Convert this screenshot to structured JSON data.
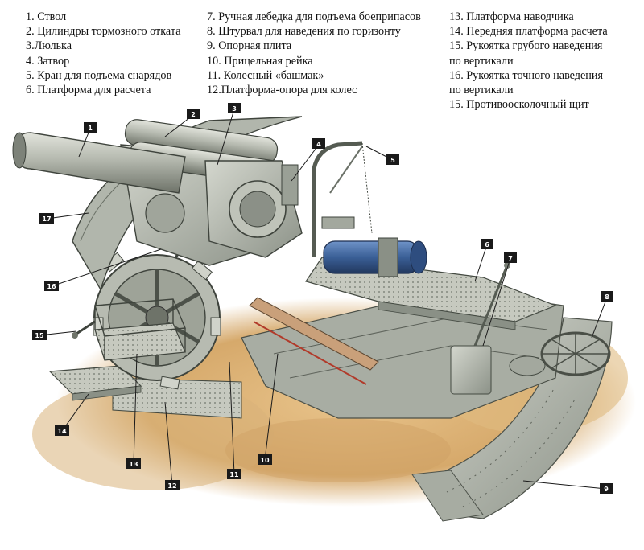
{
  "legend": {
    "column1": [
      "1. Ствол",
      "2. Цилиндры тормозного отката",
      "3.Люлька",
      "4. Затвор",
      "5. Кран для подъема снарядов",
      "6. Платформа для расчета"
    ],
    "column2": [
      "7. Ручная лебедка для подъема боеприпасов",
      "8. Штурвал для наведения по горизонту",
      "9. Опорная плита",
      "10. Прицельная рейка",
      "11. Колесный «башмак»",
      "12.Платформа-опора для колес"
    ],
    "column3": [
      "13. Платформа наводчика",
      "14. Передняя платформа расчета",
      "15. Рукоятка грубого наведения",
      "по вертикали",
      "16. Рукоятка точного наведения",
      "по вертикали",
      "15. Противоосколочный щит"
    ]
  },
  "callouts": [
    "1",
    "2",
    "3",
    "4",
    "5",
    "6",
    "7",
    "8",
    "9",
    "10",
    "11",
    "12",
    "13",
    "14",
    "15",
    "16",
    "17"
  ],
  "colors": {
    "callout_fill": "#1a1a1a",
    "ground": "#d9b27a",
    "metal": "#b9bdb4",
    "metal_dark": "#7f857c",
    "blue_cylinder": "#3a5f96"
  }
}
